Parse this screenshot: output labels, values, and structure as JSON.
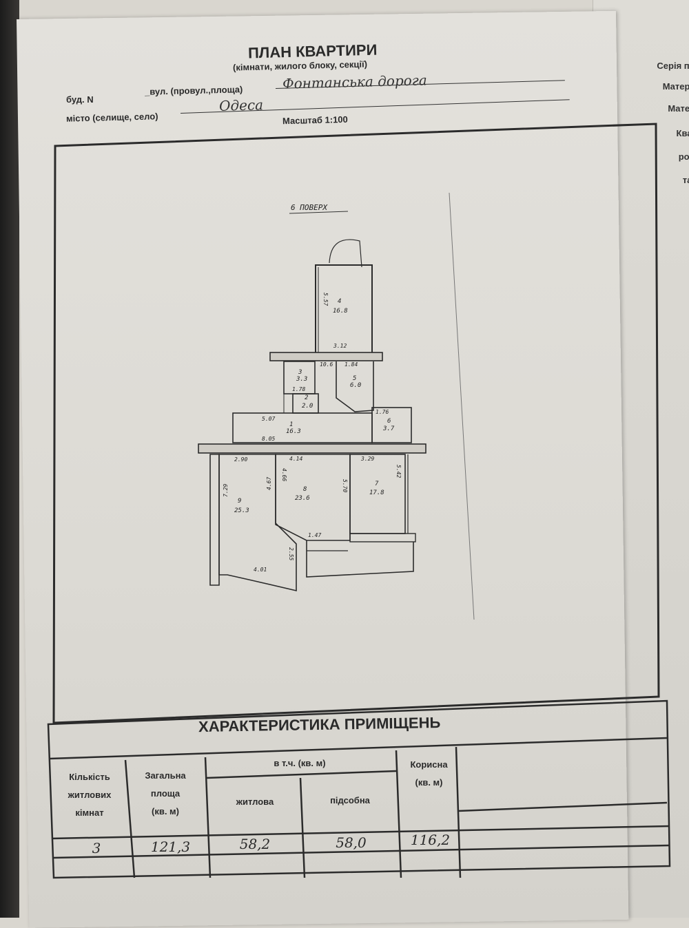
{
  "header": {
    "title": "ПЛАН КВАРТИРИ",
    "subtitle": "(кімнати, жилого блоку, секції)",
    "building_label": "буд. N",
    "street_label": "_вул. (провул.,площа)",
    "street_value": "Фонтанська дорога",
    "city_label": "місто (селище, село)",
    "city_value": "Одеса",
    "scale": "Масштаб 1:100"
  },
  "right_page": [
    "Серія пр",
    "Матеріа",
    "Матері",
    "Квар",
    "розт",
    "та с"
  ],
  "plan": {
    "floor": "6 ПОВЕРХ",
    "rooms": [
      {
        "num": "4",
        "area": "16.8"
      },
      {
        "num": "3",
        "area": "3.3"
      },
      {
        "num": "2",
        "area": "2.0"
      },
      {
        "num": "5",
        "area": "6.0"
      },
      {
        "num": "1",
        "area": "16.3"
      },
      {
        "num": "6",
        "area": "3.7"
      },
      {
        "num": "9",
        "area": "25.3"
      },
      {
        "num": "8",
        "area": "23.6"
      },
      {
        "num": "7",
        "area": "17.8"
      }
    ],
    "dims": [
      "5.57",
      "3.12",
      "10.6",
      "1.84",
      "1.78",
      "5.07",
      "8.05",
      "1.76",
      "2.90",
      "4.14",
      "3.29",
      "7.29",
      "4.67",
      "4.66",
      "5.70",
      "5.42",
      "1.47",
      "2.55",
      "4.01"
    ]
  },
  "table": {
    "title": "ХАРАКТЕРИСТИКА ПРИМІЩЕНЬ",
    "col_rooms": [
      "Кількість",
      "житлових",
      "кімнат"
    ],
    "col_total": [
      "Загальна",
      "площа",
      "(кв. м)"
    ],
    "col_incl": "в т.ч. (кв. м)",
    "col_living": "житлова",
    "col_aux": "підсобна",
    "col_useful": [
      "Корисна",
      "(кв. м)"
    ],
    "values": {
      "rooms": "3",
      "total": "121,3",
      "living": "58,2",
      "aux": "58,0",
      "useful": "116,2"
    }
  }
}
